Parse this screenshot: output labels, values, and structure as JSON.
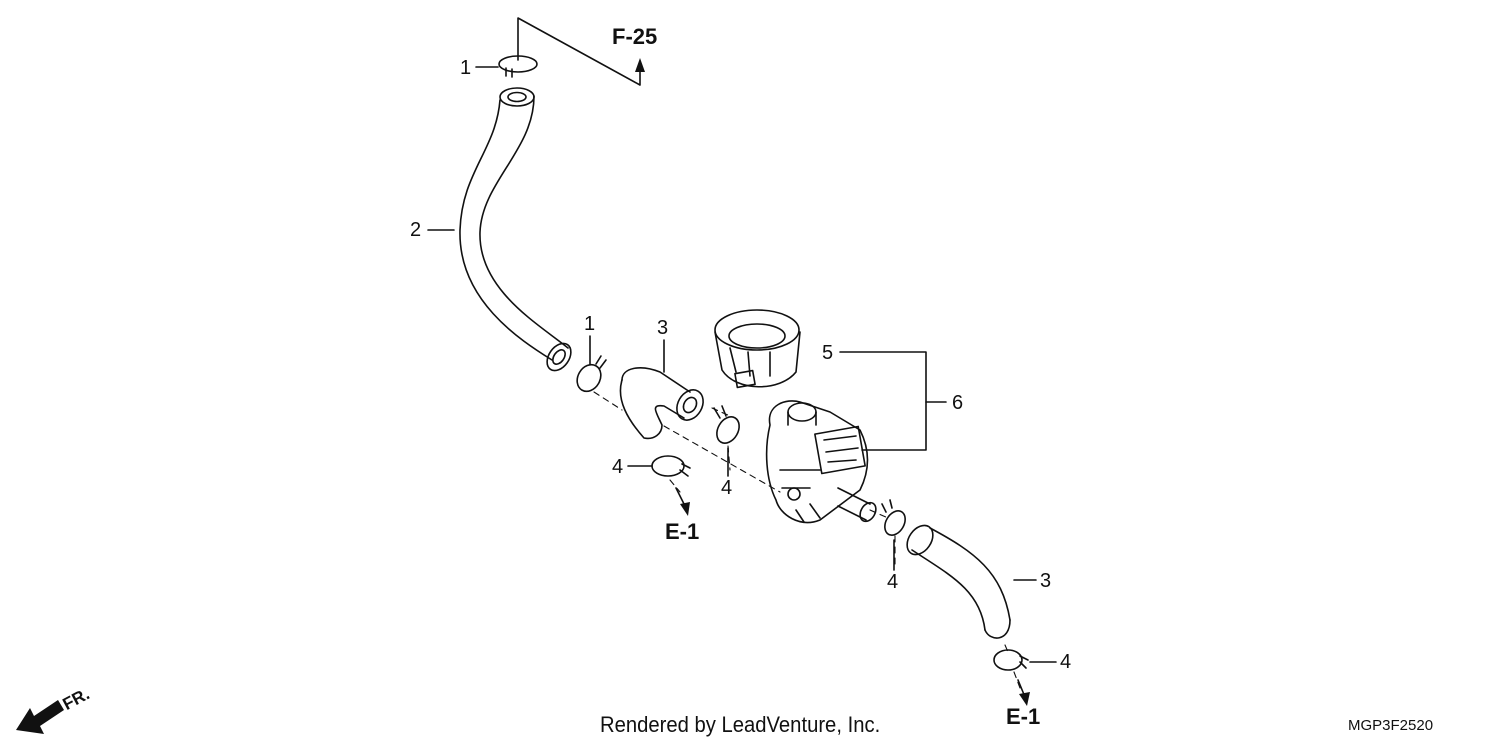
{
  "diagram": {
    "callouts": {
      "c1_top": "1",
      "c2": "2",
      "c1_mid": "1",
      "c3_upper": "3",
      "c5": "5",
      "c6": "6",
      "c4_left": "4",
      "c4_center": "4",
      "c4_right": "4",
      "c3_lower": "3",
      "c4_bottom": "4"
    },
    "references": {
      "top": "F-25",
      "left": "E-1",
      "bottom": "E-1"
    },
    "direction_label": "FR.",
    "credit": "Rendered by LeadVenture, Inc.",
    "diagram_code": "MGP3F2520"
  }
}
